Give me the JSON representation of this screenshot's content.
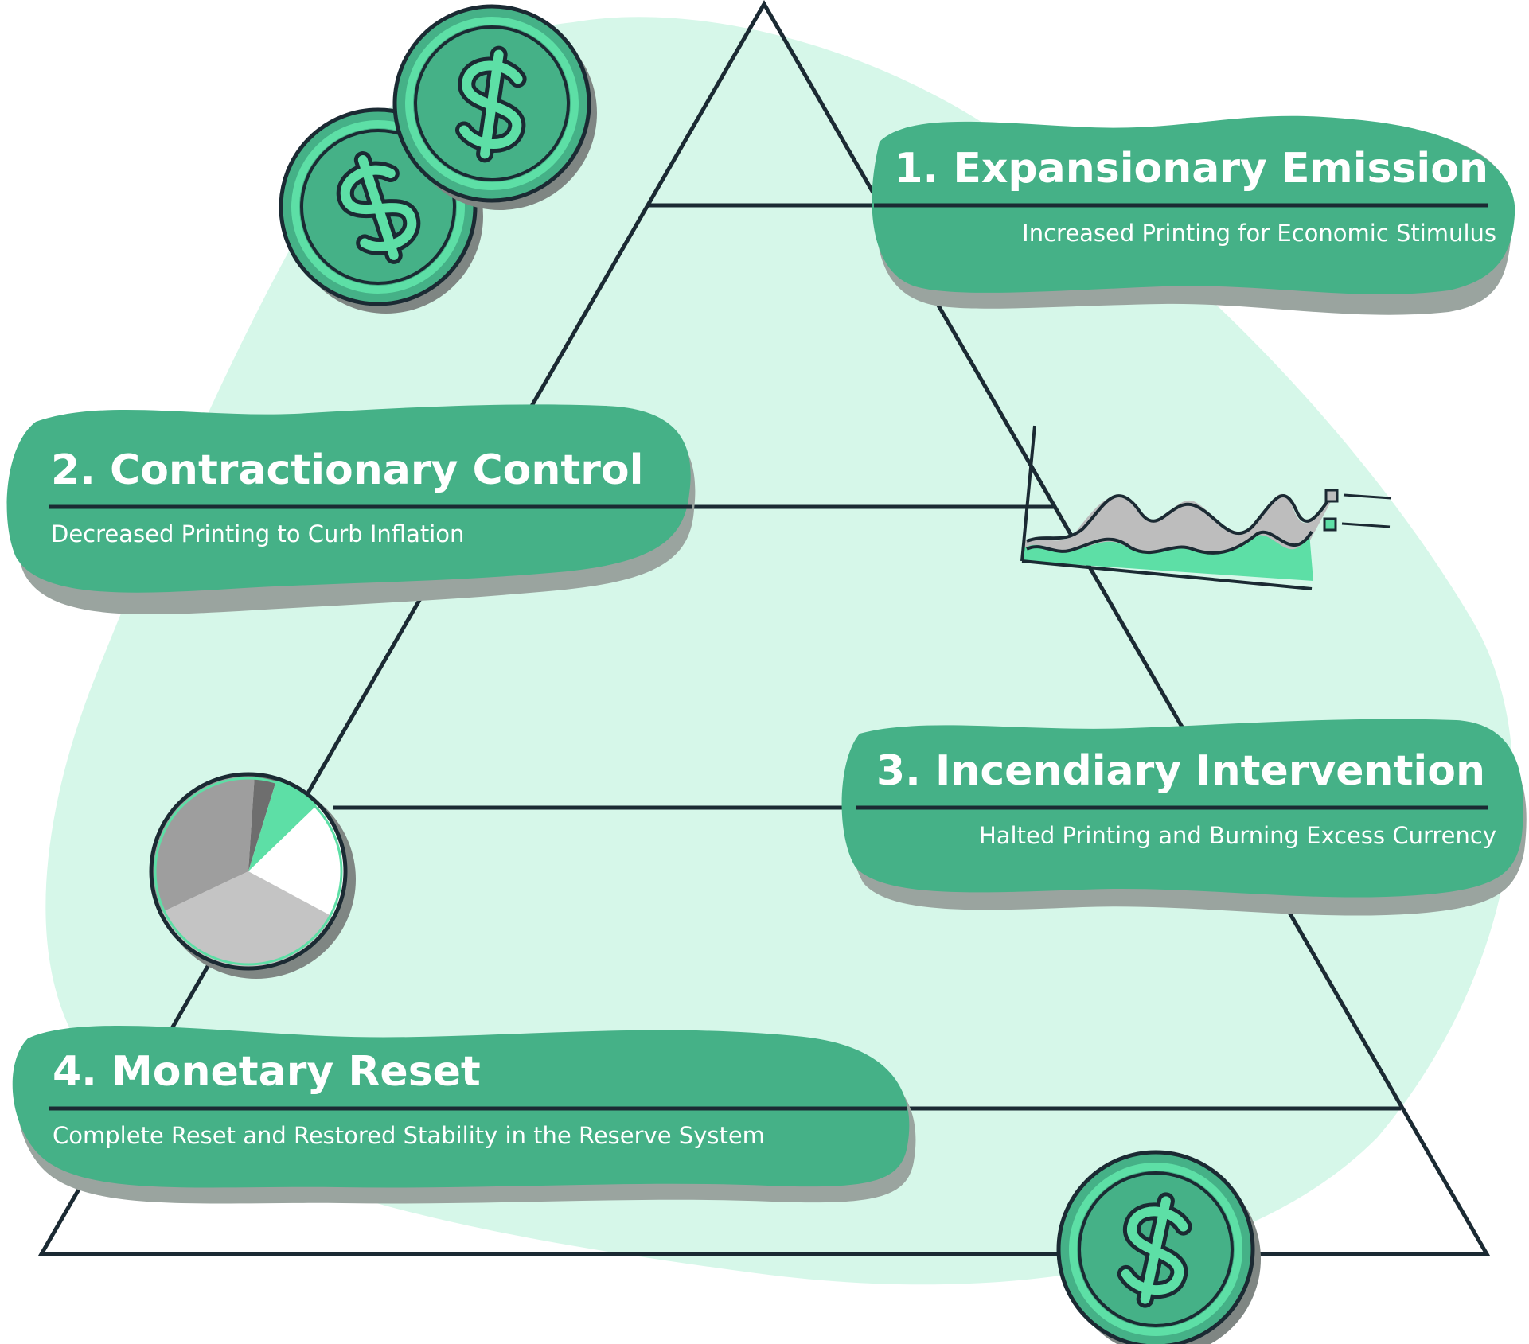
{
  "colors": {
    "blob": "#d6f7e9",
    "banner": "#45b187",
    "banner_shadow": "#9aa49f",
    "line": "#1b2a33",
    "coin_fill": "#45b187",
    "coin_ring": "#5ddfa6",
    "coin_shadow": "#7f8683",
    "chart_green": "#5ddfa6",
    "chart_gray": "#bdbdbd",
    "pie_dark": "#9e9e9e",
    "pie_light": "#c4c4c4",
    "pie_darkest": "#6e6e6e",
    "white": "#ffffff"
  },
  "icons": [
    "dollar-coin-icon",
    "area-chart-icon",
    "pie-chart-icon"
  ],
  "tiers": [
    {
      "title": "1. Expansionary Emission",
      "subtitle": "Increased Printing for Economic Stimulus"
    },
    {
      "title": "2. Contractionary Control",
      "subtitle": "Decreased Printing to Curb Inflation"
    },
    {
      "title": "3. Incendiary Intervention",
      "subtitle": "Halted Printing and Burning Excess Currency"
    },
    {
      "title": "4. Monetary Reset",
      "subtitle": "Complete Reset and Restored Stability in the Reserve System"
    }
  ]
}
